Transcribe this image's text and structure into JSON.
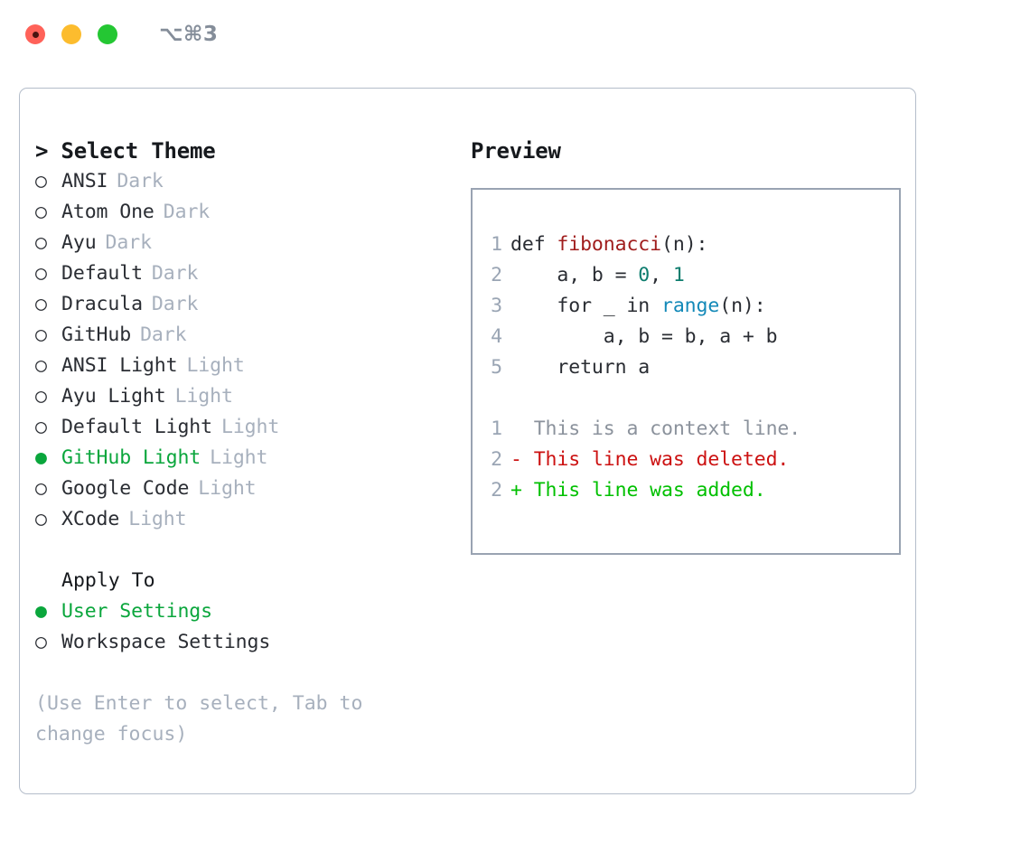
{
  "window": {
    "title": "⌥⌘3",
    "controls": [
      {
        "name": "close",
        "color": "#ff6259"
      },
      {
        "name": "minimize",
        "color": "#fcbc2e"
      },
      {
        "name": "maximize",
        "color": "#24c733"
      }
    ]
  },
  "colors": {
    "accent_green": "#0aa63c",
    "muted": "#a7b0bd",
    "text": "#2a2d33",
    "border": "#b4bdca",
    "preview_border": "#99a3b2",
    "diff_add": "#00c000",
    "diff_del": "#cc1111",
    "code_fn": "#a01d1d",
    "code_num": "#0d7d6e",
    "code_call": "#1389b8"
  },
  "theme_list": {
    "heading": "> Select Theme",
    "items": [
      {
        "bullet": "○",
        "label": "ANSI",
        "tag": "Dark",
        "selected": false
      },
      {
        "bullet": "○",
        "label": "Atom One",
        "tag": "Dark",
        "selected": false
      },
      {
        "bullet": "○",
        "label": "Ayu",
        "tag": "Dark",
        "selected": false
      },
      {
        "bullet": "○",
        "label": "Default",
        "tag": "Dark",
        "selected": false
      },
      {
        "bullet": "○",
        "label": "Dracula",
        "tag": "Dark",
        "selected": false
      },
      {
        "bullet": "○",
        "label": "GitHub",
        "tag": "Dark",
        "selected": false
      },
      {
        "bullet": "○",
        "label": "ANSI Light",
        "tag": "Light",
        "selected": false
      },
      {
        "bullet": "○",
        "label": "Ayu Light",
        "tag": "Light",
        "selected": false
      },
      {
        "bullet": "○",
        "label": "Default Light",
        "tag": "Light",
        "selected": false
      },
      {
        "bullet": "●",
        "label": "GitHub Light",
        "tag": "Light",
        "selected": true
      },
      {
        "bullet": "○",
        "label": "Google Code",
        "tag": "Light",
        "selected": false
      },
      {
        "bullet": "○",
        "label": "XCode",
        "tag": "Light",
        "selected": false
      }
    ]
  },
  "apply_to": {
    "heading": "Apply To",
    "items": [
      {
        "bullet": "●",
        "label": "User Settings",
        "selected": true
      },
      {
        "bullet": "○",
        "label": "Workspace Settings",
        "selected": false
      }
    ]
  },
  "hint": "(Use Enter to select, Tab to change focus)",
  "preview": {
    "heading": "Preview",
    "code_lines": [
      {
        "num": "1",
        "segments": [
          {
            "text": "def ",
            "cls": "code-text"
          },
          {
            "text": "fibonacci",
            "cls": "tok-fn"
          },
          {
            "text": "(n):",
            "cls": "code-text"
          }
        ]
      },
      {
        "num": "2",
        "segments": [
          {
            "text": "    a, b = ",
            "cls": "code-text"
          },
          {
            "text": "0",
            "cls": "tok-num"
          },
          {
            "text": ", ",
            "cls": "code-text"
          },
          {
            "text": "1",
            "cls": "tok-num"
          }
        ]
      },
      {
        "num": "3",
        "segments": [
          {
            "text": "    for _ in ",
            "cls": "code-text"
          },
          {
            "text": "range",
            "cls": "tok-call"
          },
          {
            "text": "(n):",
            "cls": "code-text"
          }
        ]
      },
      {
        "num": "4",
        "segments": [
          {
            "text": "        a, b = b, a + b",
            "cls": "code-text"
          }
        ]
      },
      {
        "num": "5",
        "segments": [
          {
            "text": "    return a",
            "cls": "code-text"
          }
        ]
      }
    ],
    "diff_lines": [
      {
        "num": "1",
        "marker": " ",
        "text": "  This is a context line.",
        "cls": "diff-ctx"
      },
      {
        "num": "2",
        "marker": "-",
        "text": "- This line was deleted.",
        "cls": "diff-del"
      },
      {
        "num": "2",
        "marker": "+",
        "text": "+ This line was added.",
        "cls": "diff-add"
      }
    ]
  }
}
